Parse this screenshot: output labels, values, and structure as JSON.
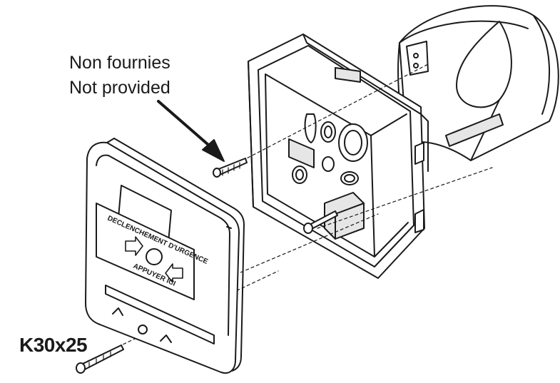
{
  "annotations": {
    "not_provided_fr": "Non fournies",
    "not_provided_en": "Not provided",
    "screw_ref": "K30x25"
  },
  "device": {
    "top_text": "DECLENCHEMENT D'URGENCE",
    "press_text": "APPUYER ICI"
  },
  "colors": {
    "stroke": "#1a1a1a",
    "fill": "#ffffff",
    "shade": "#e6e6e6"
  }
}
